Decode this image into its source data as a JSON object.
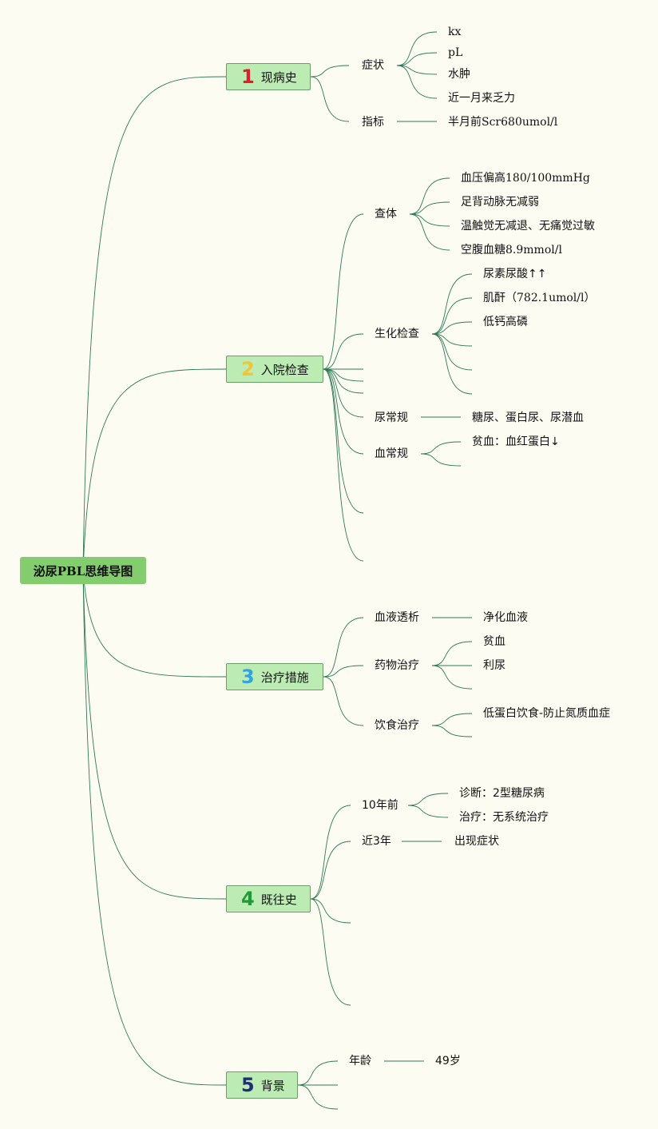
{
  "root": {
    "label": "泌尿PBL思维导图"
  },
  "colors": {
    "line": "#2f7a56",
    "n1": "#e01e2b",
    "n2": "#f2c534",
    "n3": "#2ea5dc",
    "n4": "#1f9a35",
    "n5": "#1e2f78"
  },
  "b1": {
    "num": "1",
    "title": "现病史",
    "s1": {
      "label": "症状",
      "items": [
        "kx",
        "pL",
        "水肿",
        "近一月来乏力"
      ]
    },
    "s2": {
      "label": "指标",
      "value": "半月前Scr680umol/l"
    }
  },
  "b2": {
    "num": "2",
    "title": "入院检查",
    "s1": {
      "label": "查体",
      "items": [
        "血压偏高180/100mmHg",
        "足背动脉无减弱",
        "温触觉无减退、无痛觉过敏",
        "空腹血糖8.9mmol/l"
      ]
    },
    "s2": {
      "label": "生化检查",
      "items": [
        "尿素尿酸↑↑",
        "肌酐（782.1umol/l）",
        "低钙高磷"
      ]
    },
    "s3": {
      "label": "尿常规",
      "value": "糖尿、蛋白尿、尿潜血"
    },
    "s4": {
      "label": "血常规",
      "value": "贫血：血红蛋白↓"
    }
  },
  "b3": {
    "num": "3",
    "title": "治疗措施",
    "s1": {
      "label": "血液透析",
      "value": "净化血液"
    },
    "s2": {
      "label": "药物治疗",
      "items": [
        "贫血",
        "利尿"
      ]
    },
    "s3": {
      "label": "饮食治疗",
      "value": "低蛋白饮食-防止氮质血症"
    }
  },
  "b4": {
    "num": "4",
    "title": "既往史",
    "s1": {
      "label": "10年前",
      "items": [
        "诊断：2型糖尿病",
        "治疗：无系统治疗"
      ]
    },
    "s2": {
      "label": "近3年",
      "value": "出现症状"
    }
  },
  "b5": {
    "num": "5",
    "title": "背景",
    "s1": {
      "label": "年龄",
      "value": "49岁"
    }
  }
}
